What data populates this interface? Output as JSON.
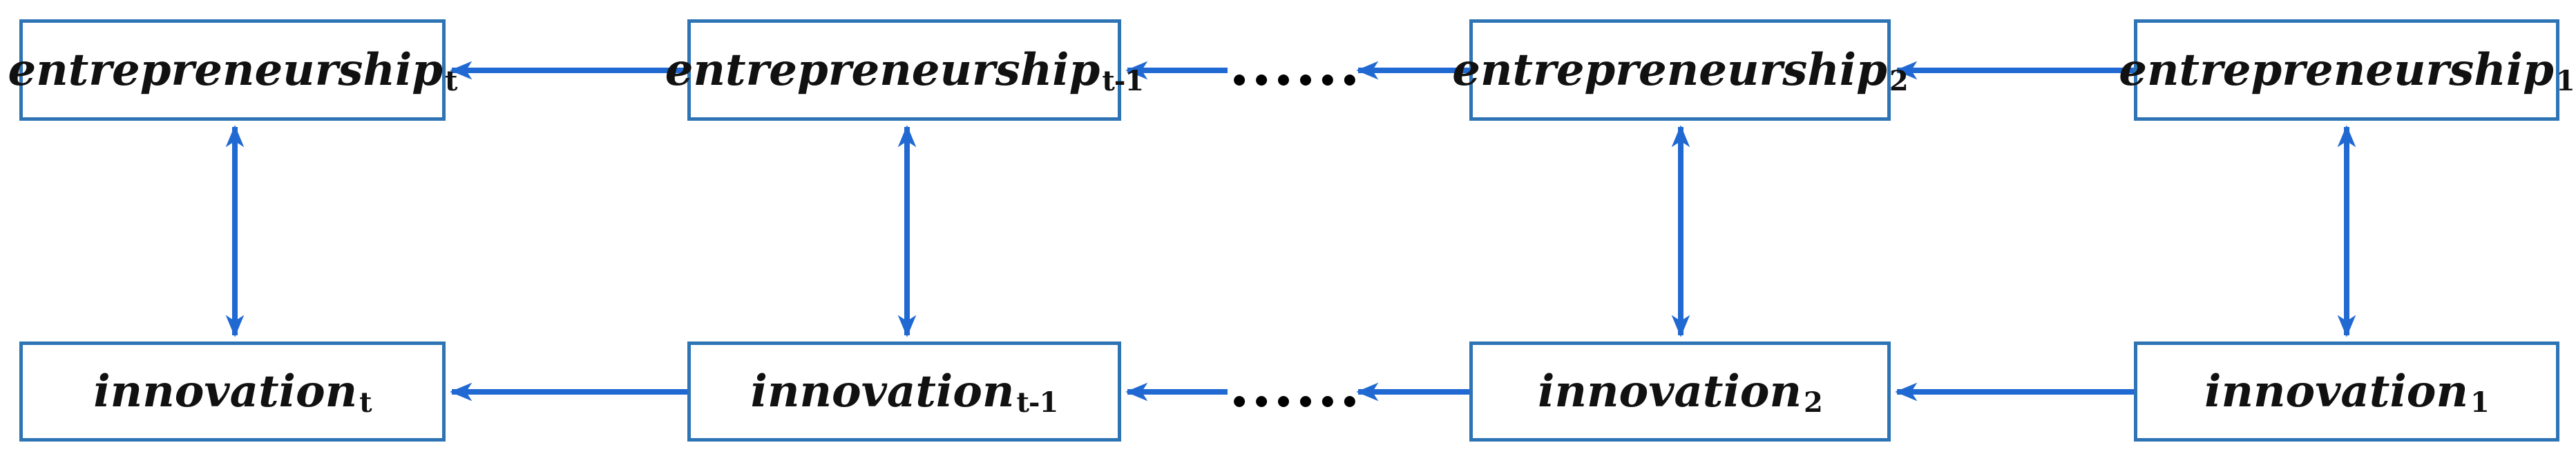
{
  "figure": {
    "colors": {
      "box_border": "#2E74B5",
      "arrow": "#2169D2",
      "text": "#111111",
      "background": "#FFFFFF"
    },
    "ellipsis": "......",
    "rows": {
      "top": {
        "nodes": [
          {
            "base": "entrepreneurship",
            "sub": "t"
          },
          {
            "base": "entrepreneurship",
            "sub": "t-1"
          },
          {
            "base": "entrepreneurship",
            "sub": "2"
          },
          {
            "base": "entrepreneurship",
            "sub": "1"
          }
        ]
      },
      "bottom": {
        "nodes": [
          {
            "base": "innovation",
            "sub": "t"
          },
          {
            "base": "innovation",
            "sub": "t-1"
          },
          {
            "base": "innovation",
            "sub": "2"
          },
          {
            "base": "innovation",
            "sub": "1"
          }
        ]
      }
    }
  }
}
